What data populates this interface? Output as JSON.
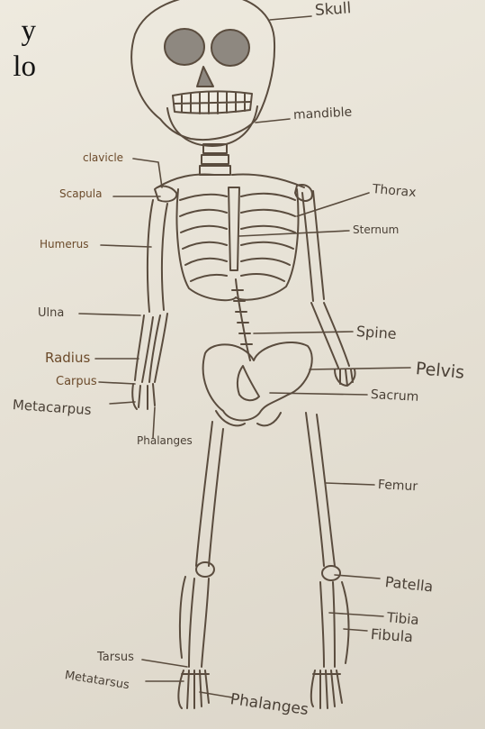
{
  "page_fragment": [
    "y",
    "lo"
  ],
  "labels": {
    "skull": "Skull",
    "mandible": "mandible",
    "clavicle": "clavicle",
    "scapula": "Scapula",
    "thorax": "Thorax",
    "sternum": "Sternum",
    "humerus": "Humerus",
    "ulna": "Ulna",
    "spine": "Spine",
    "radius": "Radius",
    "pelvis": "Pelvis",
    "carpus": "Carpus",
    "sacrum": "Sacrum",
    "metacarpus": "Metacarpus",
    "phalanges_hand": "Phalanges",
    "femur": "Femur",
    "patella": "Patella",
    "tibia": "Tibia",
    "fibula": "Fibula",
    "tarsus": "Tarsus",
    "metatarsus": "Metatarsus",
    "phalanges_foot": "Phalanges"
  },
  "colors": {
    "paper": "#e9e4d9",
    "pencil": "#5a4c3e",
    "label_brown": "#6b4a2a",
    "eye_shading": "#8e8880"
  }
}
